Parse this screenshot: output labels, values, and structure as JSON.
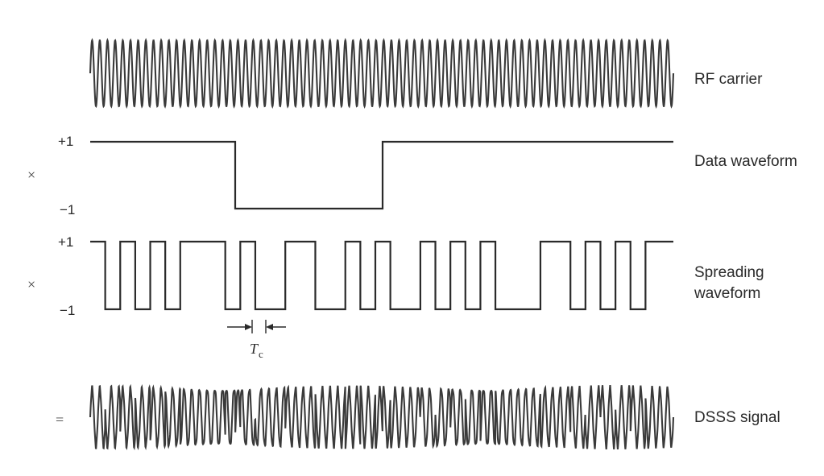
{
  "rows": {
    "carrier": {
      "label": "RF carrier"
    },
    "data": {
      "label": "Data waveform",
      "operator": "×",
      "plus": "+1",
      "minus": "−1",
      "bits": [
        1,
        -1,
        1
      ]
    },
    "spreading": {
      "label_line1": "Spreading",
      "label_line2": "waveform",
      "operator": "×",
      "plus": "+1",
      "minus": "−1",
      "chips": [
        1,
        -1,
        1,
        -1,
        1,
        -1,
        1,
        1,
        1,
        -1,
        1,
        -1,
        -1,
        1,
        1,
        -1,
        -1,
        1,
        -1,
        1,
        -1,
        -1,
        1,
        -1,
        1,
        -1,
        1,
        -1,
        -1,
        -1,
        1,
        1,
        -1,
        1,
        -1,
        1,
        -1,
        1
      ]
    },
    "dsss": {
      "label": "DSSS signal",
      "operator": "="
    }
  },
  "chip_period": {
    "symbol": "T",
    "subscript": "c"
  },
  "colors": {
    "ink": "#2a2a2a",
    "background": "#ffffff"
  }
}
